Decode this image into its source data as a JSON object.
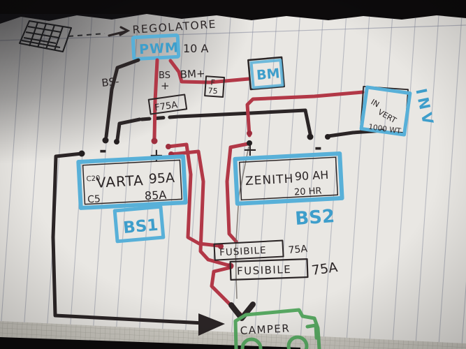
{
  "diagram": {
    "regulator_label": "REGOLATORE",
    "pwm_box": {
      "name": "PWM",
      "rating": "10 A"
    },
    "wire_labels": {
      "bs_minus": "BS-",
      "bs_plus_line1": "BS",
      "bs_plus_line2": "+",
      "bm_plus": "BM+"
    },
    "inline_fuses": {
      "bs_plus_fuse": "F75A",
      "bm_fuse_line1": "F",
      "bm_fuse_line2": "75"
    },
    "bm_box": {
      "name": "BM"
    },
    "inverter": {
      "name_line1": "IN",
      "name_line2": "VERT",
      "power": "1000 WT",
      "side_label": "INV"
    },
    "battery1": {
      "rate_top": "C20",
      "brand": "VARTA",
      "amps_top": "95A",
      "rate_bottom": "C5",
      "amps_bottom": "85A",
      "tag": "BS1",
      "neg": "-",
      "pos": "+"
    },
    "battery2": {
      "brand": "ZENITH",
      "capacity": "90 AH",
      "rate": "20 HR",
      "tag": "BS2",
      "pos": "+",
      "neg": "-"
    },
    "fuse1": {
      "label": "FUSIBILE",
      "rating": "75A"
    },
    "fuse2": {
      "label": "FUSIBILE",
      "rating": "75A"
    },
    "camper_label": "CAMPER",
    "colors": {
      "marker_blue": "#58b0d8",
      "ink_black": "#2b2526",
      "wire_red": "#b23847",
      "camper_green": "#58a862",
      "paper": "#e9e7e3"
    }
  }
}
